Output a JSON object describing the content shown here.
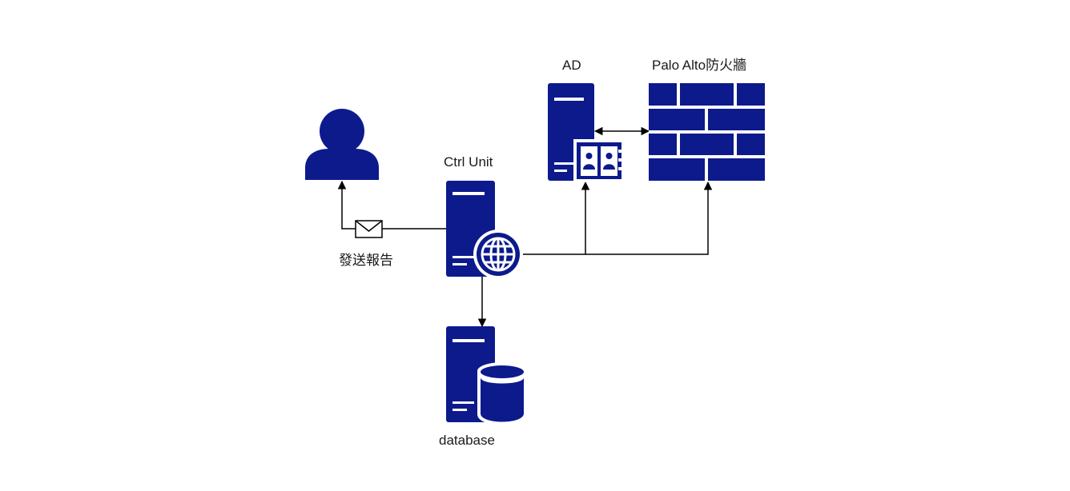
{
  "diagram": {
    "nodes": {
      "user": {
        "label": "",
        "icon": "user-icon"
      },
      "ctrl_unit": {
        "label": "Ctrl Unit",
        "icon": "web-server-icon"
      },
      "ad": {
        "label": "AD",
        "icon": "directory-server-icon"
      },
      "firewall": {
        "label": "Palo Alto防火牆",
        "icon": "firewall-icon"
      },
      "database": {
        "label": "database",
        "icon": "database-server-icon"
      }
    },
    "edges": {
      "report": {
        "label": "發送報告",
        "icon": "envelope-icon"
      }
    },
    "colors": {
      "primary": "#0d1a8c",
      "line": "#000000",
      "background": "#ffffff"
    }
  }
}
